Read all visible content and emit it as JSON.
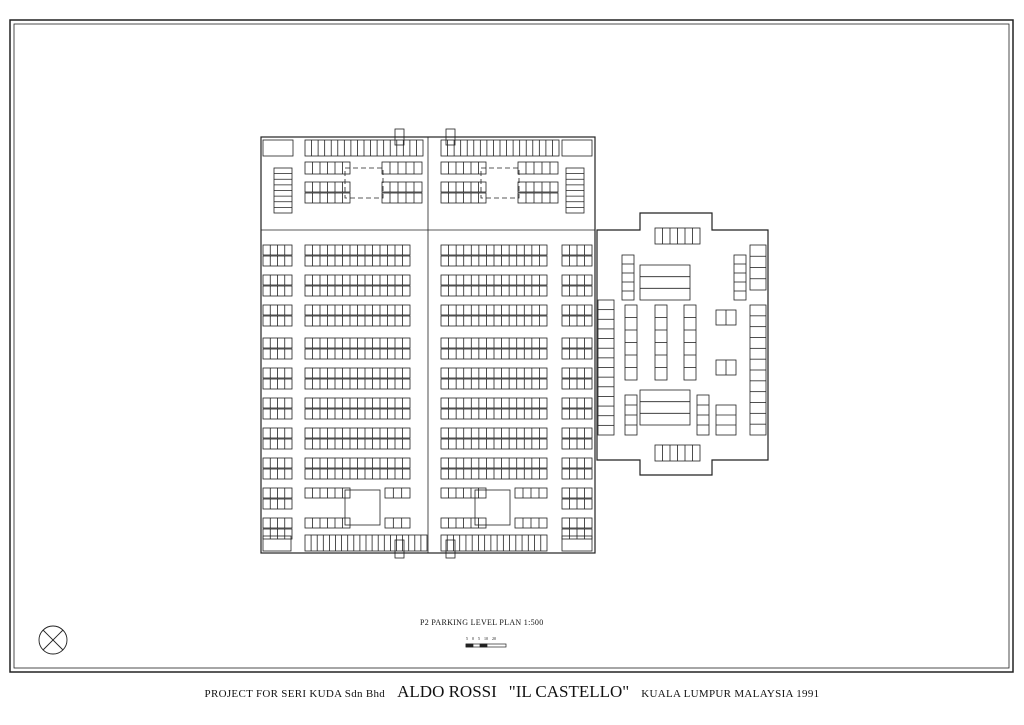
{
  "drawing": {
    "plan_title": "P2 PARKING LEVEL PLAN  1:500",
    "scale_bar_labels": "5 0 5 10 20"
  },
  "footer": {
    "client": "PROJECT FOR SERI KUDA Sdn Bhd",
    "architect": "ALDO ROSSI",
    "project": "\"IL CASTELLO\"",
    "location": "KUALA LUMPUR MALAYSIA 1991"
  }
}
